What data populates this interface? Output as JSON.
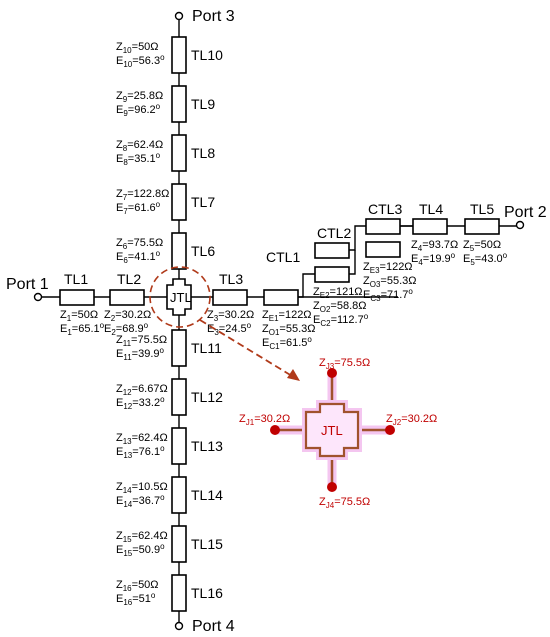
{
  "ports": {
    "p1": "Port 1",
    "p2": "Port 2",
    "p3": "Port 3",
    "p4": "Port 4"
  },
  "vertical_lines": [
    {
      "id": "TL10",
      "name": "TL10",
      "z": "Z10=50Ω",
      "zsub": "10",
      "zval": "=50Ω",
      "esub": "10",
      "eval": "=56.3",
      "deg": "o"
    },
    {
      "id": "TL9",
      "name": "TL9",
      "zsub": "9",
      "zval": "=25.8Ω",
      "esub": "9",
      "eval": "=96.2",
      "deg": "o"
    },
    {
      "id": "TL8",
      "name": "TL8",
      "zsub": "8",
      "zval": "=62.4Ω",
      "esub": "8",
      "eval": "=35.1",
      "deg": "o"
    },
    {
      "id": "TL7",
      "name": "TL7",
      "zsub": "7",
      "zval": "=122.8Ω",
      "esub": "7",
      "eval": "=61.6",
      "deg": "o"
    },
    {
      "id": "TL6",
      "name": "TL6",
      "zsub": "6",
      "zval": "=75.5Ω",
      "esub": "6",
      "eval": "=41.1",
      "deg": "o"
    },
    {
      "id": "TL11",
      "name": "TL11",
      "zsub": "11",
      "zval": "=75.5Ω",
      "esub": "11",
      "eval": "=39.9",
      "deg": "o"
    },
    {
      "id": "TL12",
      "name": "TL12",
      "zsub": "12",
      "zval": "=6.67Ω",
      "esub": "12",
      "eval": "=33.2",
      "deg": "o"
    },
    {
      "id": "TL13",
      "name": "TL13",
      "zsub": "13",
      "zval": "=62.4Ω",
      "esub": "13",
      "eval": "=76.1",
      "deg": "o"
    },
    {
      "id": "TL14",
      "name": "TL14",
      "zsub": "14",
      "zval": "=10.5Ω",
      "esub": "14",
      "eval": "=36.7",
      "deg": "o"
    },
    {
      "id": "TL15",
      "name": "TL15",
      "zsub": "15",
      "zval": "=62.4Ω",
      "esub": "15",
      "eval": "=50.9",
      "deg": "o"
    },
    {
      "id": "TL16",
      "name": "TL16",
      "zsub": "16",
      "zval": "=50Ω",
      "esub": "16",
      "eval": "=51",
      "deg": "o"
    }
  ],
  "horizontal": {
    "tl1": {
      "name": "TL1",
      "zsub": "1",
      "zval": "=50Ω",
      "esub": "1",
      "eval": "=65.1",
      "deg": "o"
    },
    "tl2": {
      "name": "TL2",
      "zsub": "2",
      "zval": "=30.2Ω",
      "esub": "2",
      "eval": "=68.9",
      "deg": "o"
    },
    "tl3": {
      "name": "TL3",
      "zsub": "3",
      "zval": "=30.2Ω",
      "esub": "3",
      "eval": "=24.5",
      "deg": "o"
    },
    "tl4": {
      "name": "TL4",
      "zsub": "4",
      "zval": "=93.7Ω",
      "esub": "4",
      "eval": "=19.9",
      "deg": "o"
    },
    "tl5": {
      "name": "TL5",
      "zsub": "5",
      "zval": "=50Ω",
      "esub": "5",
      "eval": "=43.0",
      "deg": "o"
    }
  },
  "coupled": {
    "ctl1": {
      "name": "CTL1",
      "ze_sub": "E1",
      "ze_val": "=122Ω",
      "zo_sub": "O1",
      "zo_val": "=55.3Ω",
      "e_sub": "C1",
      "e_val": "=61.5",
      "deg": "o"
    },
    "ctl2": {
      "name": "CTL2",
      "ze_sub": "E2",
      "ze_val": "=121Ω",
      "zo_sub": "O2",
      "zo_val": "=58.8Ω",
      "e_sub": "C2",
      "e_val": "=112.7",
      "deg": "o"
    },
    "ctl3": {
      "name": "CTL3",
      "ze_sub": "E3",
      "ze_val": "=122Ω",
      "zo_sub": "O3",
      "zo_val": "=55.3Ω",
      "e_sub": "C3",
      "e_val": "=71.7",
      "deg": "o"
    }
  },
  "jtl": {
    "label": "JTL",
    "zoom_label": "JTL",
    "zj1": {
      "sub": "J1",
      "val": "=30.2Ω"
    },
    "zj2": {
      "sub": "J2",
      "val": "=30.2Ω"
    },
    "zj3": {
      "sub": "J3",
      "val": "=75.5Ω"
    },
    "zj4": {
      "sub": "J4",
      "val": "=75.5Ω"
    }
  },
  "letters": {
    "z": "Z",
    "e": "E"
  },
  "colors": {
    "line": "#000000",
    "accent": "#c00000",
    "glow": "#f4c6f0",
    "junction": "#a0522d"
  }
}
